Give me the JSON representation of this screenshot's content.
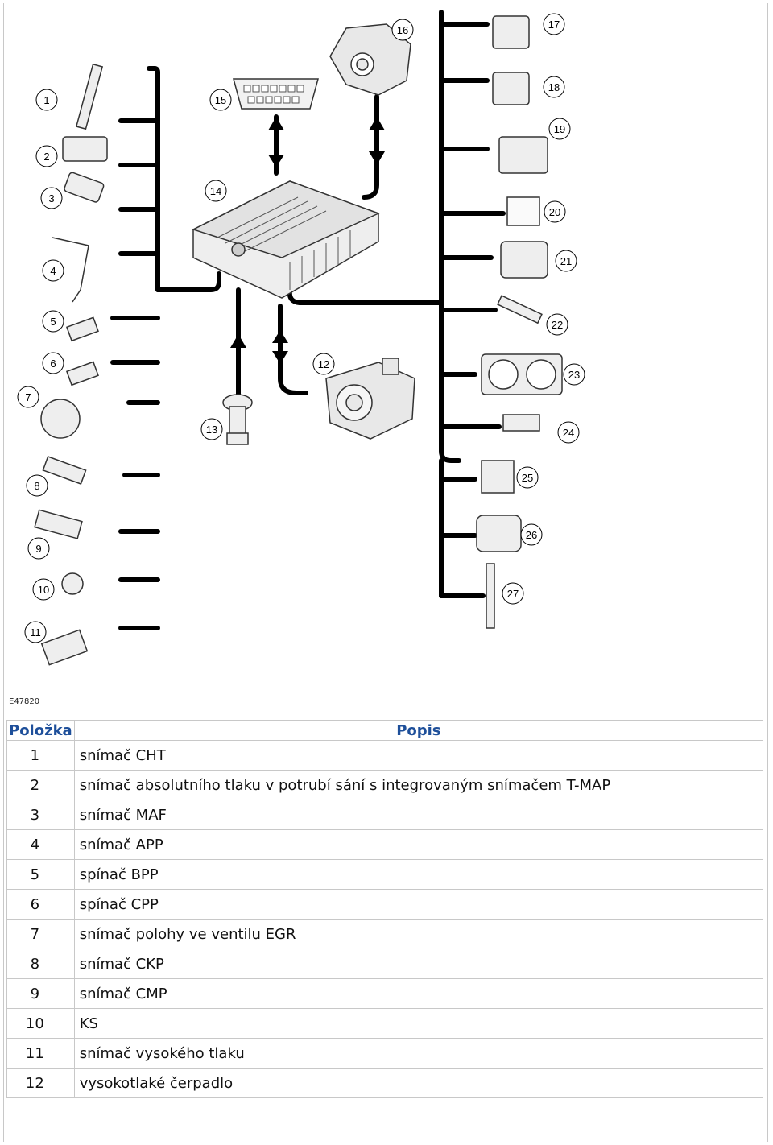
{
  "figure_code": "E47820",
  "table": {
    "header_item": "Položka",
    "header_desc": "Popis",
    "rows": [
      {
        "num": "1",
        "desc": "snímač CHT"
      },
      {
        "num": "2",
        "desc": "snímač absolutního tlaku v potrubí sání s integrovaným snímačem T-MAP"
      },
      {
        "num": "3",
        "desc": "snímač MAF"
      },
      {
        "num": "4",
        "desc": "snímač APP"
      },
      {
        "num": "5",
        "desc": "spínač BPP"
      },
      {
        "num": "6",
        "desc": "spínač CPP"
      },
      {
        "num": "7",
        "desc": "snímač polohy ve ventilu EGR"
      },
      {
        "num": "8",
        "desc": "snímač CKP"
      },
      {
        "num": "9",
        "desc": "snímač CMP"
      },
      {
        "num": "10",
        "desc": "KS"
      },
      {
        "num": "11",
        "desc": "snímač vysokého tlaku"
      },
      {
        "num": "12",
        "desc": "vysokotlaké čerpadlo"
      }
    ]
  },
  "callouts": [
    "1",
    "2",
    "3",
    "4",
    "5",
    "6",
    "7",
    "8",
    "9",
    "10",
    "11",
    "12",
    "13",
    "14",
    "15",
    "16",
    "17",
    "18",
    "19",
    "20",
    "21",
    "22",
    "23",
    "24",
    "25",
    "26",
    "27"
  ]
}
